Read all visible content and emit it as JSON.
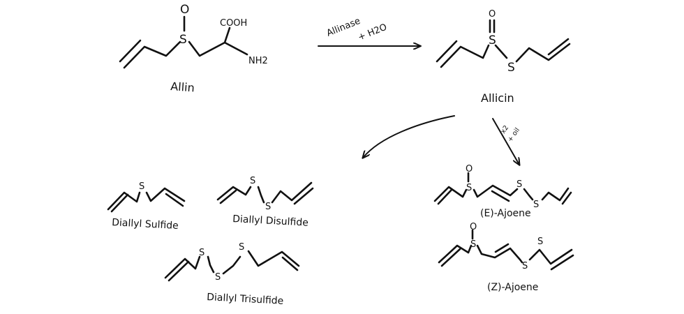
{
  "atoms": {
    "oxygen": "O",
    "sulfur": "S",
    "carboxyl": "COOH",
    "amine": "NH2"
  },
  "names": {
    "alliin": "Allin",
    "allicin": "Allicin",
    "diallyl_sulfide": "Diallyl Sulfide",
    "diallyl_disulfide": "Diallyl Disulfide",
    "diallyl_trisulfide": "Diallyl Trisulfide",
    "e_ajoene": "(E)-Ajoene",
    "z_ajoene": "(Z)-Ajoene"
  },
  "conditions": {
    "enzyme": "Allinase",
    "water": "+ H2O",
    "multiplier": "x2",
    "oil": "+ oil"
  },
  "colors": {
    "ink": "#111111",
    "background": "#ffffff"
  }
}
